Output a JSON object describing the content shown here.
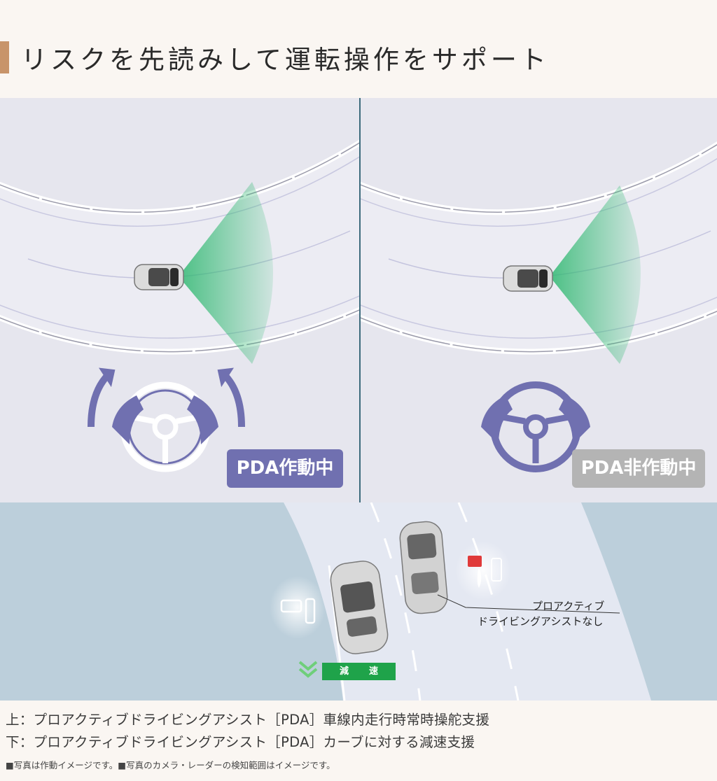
{
  "header": {
    "title": "リスクを先読みして運転操作をサポート",
    "accent_color": "#c8946a"
  },
  "panels": {
    "left": {
      "badge_label": "PDA作動中",
      "badge_color": "#7070b0"
    },
    "right": {
      "badge_label": "PDA非作動中",
      "badge_color": "#b4b4b4"
    },
    "bottom": {
      "callout_line1": "プロアクティブ",
      "callout_line2": "ドライビングアシストなし",
      "decel_label": "減　速"
    }
  },
  "captions": {
    "line1": "上：プロアクティブドライビングアシスト［PDA］車線内走行時常時操舵支援",
    "line2": "下：プロアクティブドライビングアシスト［PDA］カーブに対する減速支援",
    "note": "■写真は作動イメージです。■写真のカメラ・レーダーの検知範囲はイメージです。"
  },
  "icons": [
    "steering-wheel-icon",
    "rotate-arrow-icon",
    "radar-cone-icon",
    "car-icon",
    "brake-pedal-icon",
    "accelerator-pedal-icon",
    "chevron-down-icon"
  ]
}
